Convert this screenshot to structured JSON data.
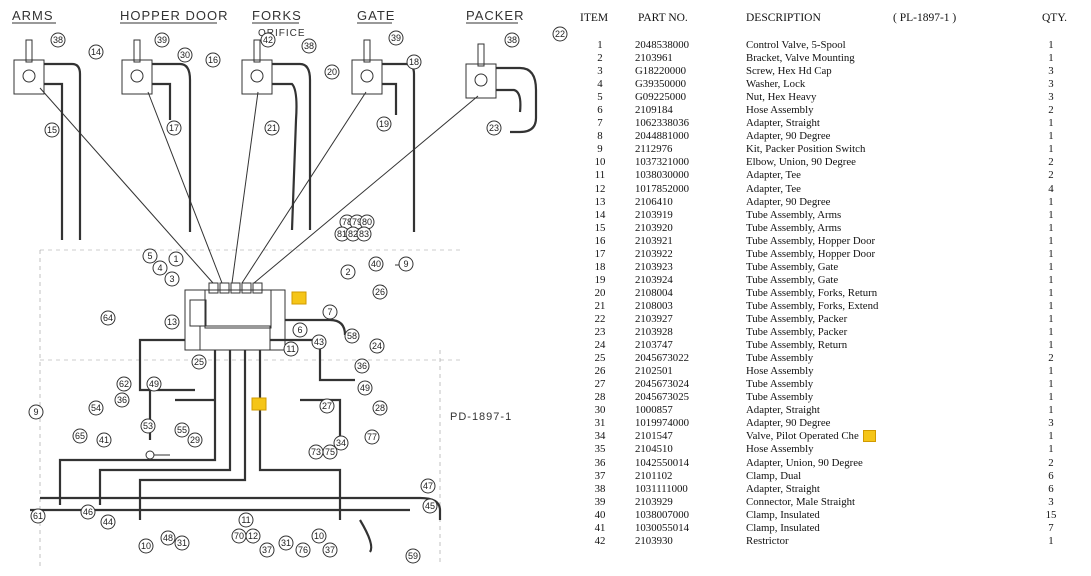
{
  "diagram": {
    "group_labels": [
      "ARMS",
      "HOPPER DOOR",
      "FORKS",
      "GATE",
      "PACKER"
    ],
    "orifice_label": "ORIFICE",
    "drawing_ref": "PD-1897-1",
    "callouts": {
      "c38a": "38",
      "c14": "14",
      "c15": "15",
      "c39a": "39",
      "c30": "30",
      "c16": "16",
      "c17": "17",
      "c42": "42",
      "c38b": "38",
      "c20": "20",
      "c21": "21",
      "c39b": "39",
      "c18": "18",
      "c19": "19",
      "c38c": "38",
      "c22": "22",
      "c23": "23",
      "c5": "5",
      "c1": "1",
      "c4": "4",
      "c3": "3",
      "c78": "78",
      "c79": "79",
      "c80": "80",
      "c81": "81",
      "c82": "82",
      "c83": "83",
      "c40": "40",
      "c9a": "9",
      "c2": "2",
      "c7": "7",
      "c26": "26",
      "c64": "64",
      "c13": "13",
      "c6": "6",
      "c11": "11",
      "c43": "43",
      "c58": "58",
      "c24": "24",
      "c25": "25",
      "c36": "36",
      "c62": "62",
      "c49a": "49",
      "c49b": "49",
      "c9b": "9",
      "c36b": "36",
      "c54": "54",
      "c27": "27",
      "c28": "28",
      "c53": "53",
      "c55": "55",
      "c29": "29",
      "c65": "65",
      "c41": "41",
      "c77": "77",
      "c34": "34",
      "c73": "73",
      "c75": "75",
      "c47": "47",
      "c45": "45",
      "c61": "61",
      "c46": "46",
      "c44": "44",
      "c48": "48",
      "c31a": "31",
      "c11b": "11",
      "c70": "70",
      "c12": "12",
      "c37a": "37",
      "c31b": "31",
      "c10a": "10",
      "c76": "76",
      "c37b": "37",
      "c10b": "10",
      "c59": "59"
    }
  },
  "parts_list": {
    "headers": {
      "item": "ITEM",
      "part_no": "PART NO.",
      "description": "DESCRIPTION",
      "ref": "( PL-1897-1 )",
      "qty": "QTY."
    },
    "rows": [
      {
        "item": "1",
        "part_no": "2048538000",
        "description": "Control Valve, 5-Spool",
        "qty": "1"
      },
      {
        "item": "2",
        "part_no": "2103961",
        "description": "Bracket, Valve Mounting",
        "qty": "1"
      },
      {
        "item": "3",
        "part_no": "G18220000",
        "description": "Screw, Hex Hd Cap",
        "qty": "3"
      },
      {
        "item": "4",
        "part_no": "G39350000",
        "description": "Washer, Lock",
        "qty": "3"
      },
      {
        "item": "5",
        "part_no": "G09225000",
        "description": "Nut, Hex Heavy",
        "qty": "3"
      },
      {
        "item": "6",
        "part_no": "2109184",
        "description": "Hose Assembly",
        "qty": "2"
      },
      {
        "item": "7",
        "part_no": "1062338036",
        "description": "Adapter, Straight",
        "qty": "1"
      },
      {
        "item": "8",
        "part_no": "2044881000",
        "description": "Adapter, 90 Degree",
        "qty": "1"
      },
      {
        "item": "9",
        "part_no": "2112976",
        "description": "Kit, Packer Position Switch",
        "qty": "1"
      },
      {
        "item": "10",
        "part_no": "1037321000",
        "description": "Elbow, Union, 90 Degree",
        "qty": "2"
      },
      {
        "item": "11",
        "part_no": "1038030000",
        "description": "Adapter, Tee",
        "qty": "2"
      },
      {
        "item": "12",
        "part_no": "1017852000",
        "description": "Adapter, Tee",
        "qty": "4"
      },
      {
        "item": "13",
        "part_no": "2106410",
        "description": "Adapter, 90 Degree",
        "qty": "1"
      },
      {
        "item": "14",
        "part_no": "2103919",
        "description": "Tube Assembly, Arms",
        "qty": "1"
      },
      {
        "item": "15",
        "part_no": "2103920",
        "description": "Tube Assembly, Arms",
        "qty": "1"
      },
      {
        "item": "16",
        "part_no": "2103921",
        "description": "Tube Assembly, Hopper Door",
        "qty": "1"
      },
      {
        "item": "17",
        "part_no": "2103922",
        "description": "Tube Assembly, Hopper Door",
        "qty": "1"
      },
      {
        "item": "18",
        "part_no": "2103923",
        "description": "Tube Assembly, Gate",
        "qty": "1"
      },
      {
        "item": "19",
        "part_no": "2103924",
        "description": "Tube Assembly, Gate",
        "qty": "1"
      },
      {
        "item": "20",
        "part_no": "2108004",
        "description": "Tube Assembly, Forks, Return",
        "qty": "1"
      },
      {
        "item": "21",
        "part_no": "2108003",
        "description": "Tube Assembly, Forks, Extend",
        "qty": "1"
      },
      {
        "item": "22",
        "part_no": "2103927",
        "description": "Tube Assembly, Packer",
        "qty": "1"
      },
      {
        "item": "23",
        "part_no": "2103928",
        "description": "Tube Assembly, Packer",
        "qty": "1"
      },
      {
        "item": "24",
        "part_no": "2103747",
        "description": "Tube Assembly, Return",
        "qty": "1"
      },
      {
        "item": "25",
        "part_no": "2045673022",
        "description": "Tube Assembly",
        "qty": "2"
      },
      {
        "item": "26",
        "part_no": "2102501",
        "description": "Hose Assembly",
        "qty": "1"
      },
      {
        "item": "27",
        "part_no": "2045673024",
        "description": "Tube Assembly",
        "qty": "1"
      },
      {
        "item": "28",
        "part_no": "2045673025",
        "description": "Tube Assembly",
        "qty": "1"
      },
      {
        "item": "30",
        "part_no": "1000857",
        "description": "Adapter, Straight",
        "qty": "1"
      },
      {
        "item": "31",
        "part_no": "1019974000",
        "description": "Adapter, 90 Degree",
        "qty": "3"
      },
      {
        "item": "34",
        "part_no": "2101547",
        "description": "Valve, Pilot Operated Che",
        "qty": "1"
      },
      {
        "item": "35",
        "part_no": "2104510",
        "description": "Hose Assembly",
        "qty": "1"
      },
      {
        "item": "36",
        "part_no": "1042550014",
        "description": "Adapter, Union, 90 Degree",
        "qty": "2"
      },
      {
        "item": "37",
        "part_no": "2101102",
        "description": "Clamp, Dual",
        "qty": "6"
      },
      {
        "item": "38",
        "part_no": "1031111000",
        "description": "Adapter, Straight",
        "qty": "6"
      },
      {
        "item": "39",
        "part_no": "2103929",
        "description": "Connector, Male Straight",
        "qty": "3"
      },
      {
        "item": "40",
        "part_no": "1038007000",
        "description": "Clamp, Insulated",
        "qty": "15"
      },
      {
        "item": "41",
        "part_no": "1030055014",
        "description": "Clamp, Insulated",
        "qty": "7"
      },
      {
        "item": "42",
        "part_no": "2103930",
        "description": "Restrictor",
        "qty": "1"
      }
    ]
  },
  "note_icon_color": "#f5c518"
}
